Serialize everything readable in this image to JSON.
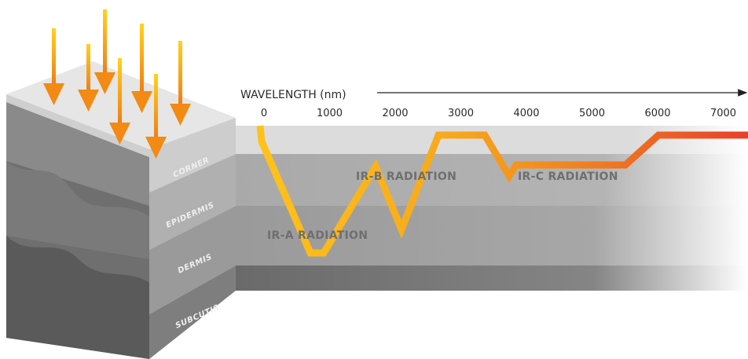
{
  "axis": {
    "title": "WAVELENGTH (nm)",
    "ticks": [
      "0",
      "1000",
      "2000",
      "3000",
      "4000",
      "5000",
      "6000",
      "7000"
    ]
  },
  "radiation": {
    "ir_a": "IR-A RADIATION",
    "ir_b": "IR-B RADIATION",
    "ir_c": "IR-C RADIATION"
  },
  "layers": {
    "corner": "CORNER",
    "epidermis": "EPIDERMIS",
    "dermis": "DERMIS",
    "subcutis": "SUBCUTIS"
  },
  "colors": {
    "arrow": "#f29a1c",
    "curve_start": "#ffc21a",
    "curve_end": "#e8402a"
  }
}
